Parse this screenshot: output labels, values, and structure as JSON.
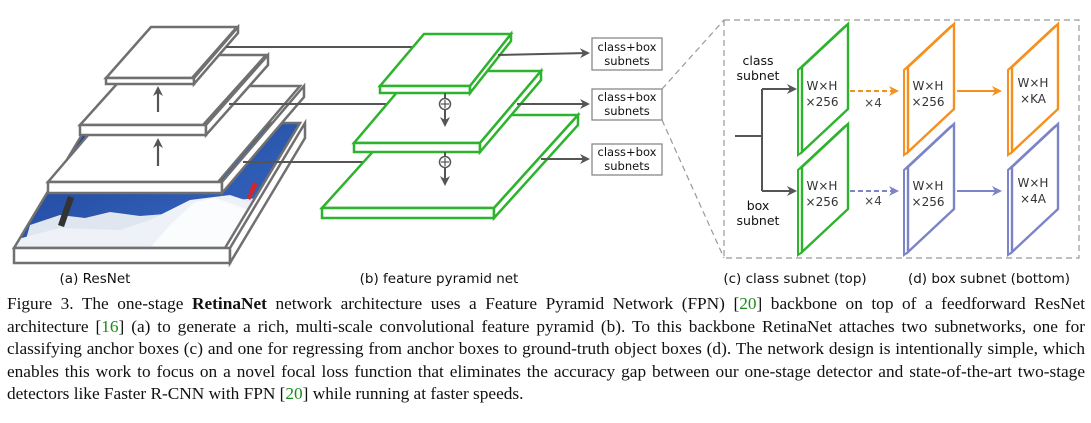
{
  "figure": {
    "colors": {
      "resnet": "#707070",
      "fpn": "#2db32d",
      "class_subnet": "#f5901e",
      "box_subnet": "#7c83c6",
      "arrow": "#555555",
      "dashed_frame": "#999999",
      "sky": "#2a56b0",
      "snow": "#eef2f8"
    },
    "subnet_box_label_line1": "class+box",
    "subnet_box_label_line2": "subnets",
    "class_subnet_label_line1": "class",
    "class_subnet_label_line2": "subnet",
    "box_subnet_label_line1": "box",
    "box_subnet_label_line2": "subnet",
    "cells": {
      "class_input": [
        "W×H",
        "×256"
      ],
      "class_mid": [
        "W×H",
        "×256"
      ],
      "class_out": [
        "W×H",
        "×KA"
      ],
      "box_input": [
        "W×H",
        "×256"
      ],
      "box_mid": [
        "W×H",
        "×256"
      ],
      "box_out": [
        "W×H",
        "×4A"
      ]
    },
    "repeat_label": "×4",
    "sublabels": {
      "a": "(a) ResNet",
      "b": "(b) feature pyramid net",
      "c": "(c) class subnet (top)",
      "d": "(d) box subnet (bottom)"
    }
  },
  "caption": {
    "figure_label": "Figure 3.",
    "part1": " The one-stage ",
    "bold": "RetinaNet",
    "part2": " network architecture uses a Feature Pyramid Network (FPN) [",
    "ref1": "20",
    "part3": "] backbone on top of a feedforward ResNet architecture [",
    "ref2": "16",
    "part4": "] (a) to generate a rich, multi-scale convolutional feature pyramid (b).  To this backbone RetinaNet attaches two subnetworks, one for classifying anchor boxes (c) and one for regressing from anchor boxes to ground-truth object boxes (d). The network design is intentionally simple, which enables this work to focus on a novel focal loss function that eliminates the accuracy gap between our one-stage detector and state-of-the-art two-stage detectors like Faster R-CNN with FPN [",
    "ref3": "20",
    "part5": "] while running at faster speeds."
  }
}
